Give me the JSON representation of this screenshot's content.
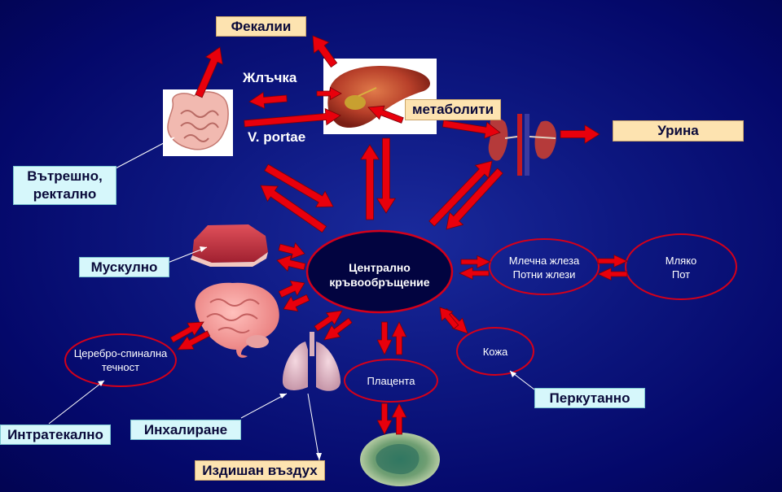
{
  "center": {
    "line1": "Централно",
    "line2": "кръвообръщение"
  },
  "labels": {
    "fekalii": "Фекалии",
    "zhalchka": "Жлъчка",
    "v_portae": "V. portae",
    "metaboliti": "метаболити",
    "urina": "Урина",
    "vatreshno_line1": "Вътрешно,",
    "vatreshno_line2": "ректално",
    "muskulno": "Мускулно",
    "intratekalno": "Интратекално",
    "inhalirane": "Инхалиране",
    "izdishan": "Издишан въздух",
    "perkutanno": "Перкутанно"
  },
  "ellipses": {
    "mlechna_line1": "Млечна  жлеза",
    "mlechna_line2": "Потни жлези",
    "mlyako_line1": "Мляко",
    "mlyako_line2": "Пот",
    "kozha": "Кожа",
    "placenta": "Плацента",
    "csf_line1": "Церебро-спинална",
    "csf_line2": "течност"
  },
  "colors": {
    "background": "#0d1780",
    "arrow": "#e8000c",
    "ellipse_border": "#d4001a",
    "beige_box": "#fde3b0",
    "cyan_box": "#d6f7fb"
  }
}
